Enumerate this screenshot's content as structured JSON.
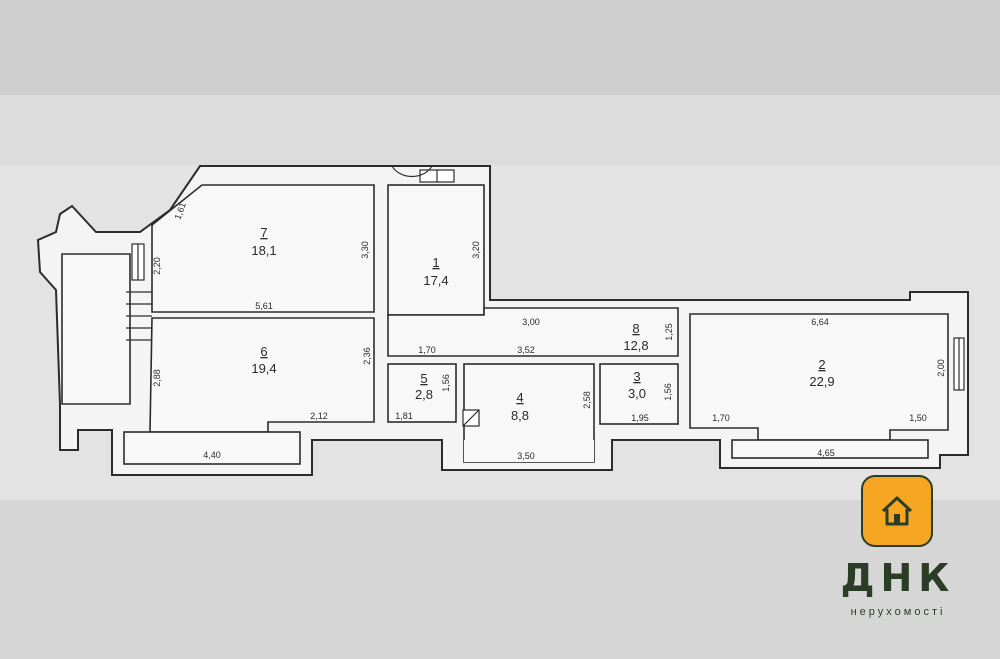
{
  "plan": {
    "rooms": [
      {
        "number": "7",
        "area": "18,1"
      },
      {
        "number": "1",
        "area": "17,4"
      },
      {
        "number": "6",
        "area": "19,4"
      },
      {
        "number": "5",
        "area": "2,8"
      },
      {
        "number": "4",
        "area": "8,8"
      },
      {
        "number": "3",
        "area": "3,0"
      },
      {
        "number": "8",
        "area": "12,8"
      },
      {
        "number": "2",
        "area": "22,9"
      }
    ],
    "dimensions": [
      "1,61",
      "2,20",
      "3,30",
      "5,61",
      "3,20",
      "3,00",
      "1,25",
      "6,64",
      "1,70",
      "3,52",
      "2,36",
      "2,88",
      "1,56",
      "1,56",
      "2,58",
      "2,12",
      "1,81",
      "1,95",
      "1,70",
      "1,50",
      "2,00",
      "4,40",
      "3,50",
      "4,65"
    ]
  },
  "logo": {
    "icon": "house-icon",
    "name": "ДНК",
    "subtitle": "нерухомості",
    "colors": {
      "accent": "#f5a623",
      "brand": "#2b3d26"
    }
  }
}
